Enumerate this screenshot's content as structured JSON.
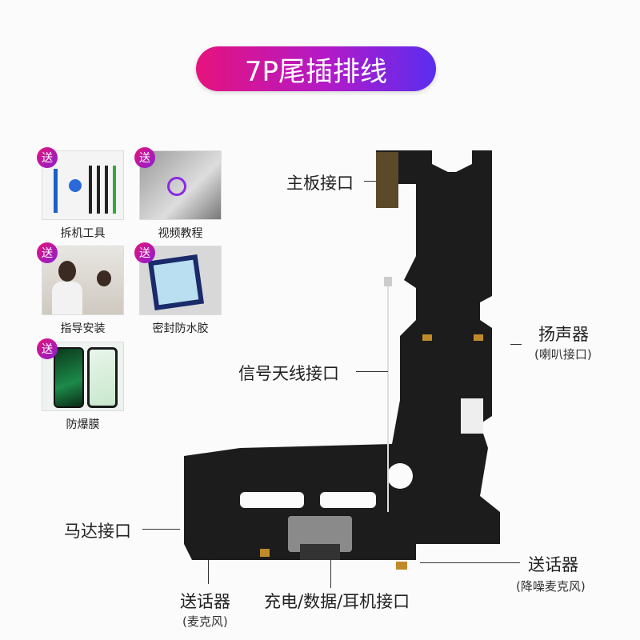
{
  "title": "7P尾插排线",
  "badge": "送",
  "gifts": [
    {
      "label": "拆机工具",
      "icon": "tools-icon"
    },
    {
      "label": "视频教程",
      "icon": "video-icon"
    },
    {
      "label": "指导安装",
      "icon": "support-icon"
    },
    {
      "label": "密封防水胶",
      "icon": "adhesive-icon"
    },
    {
      "label": "防爆膜",
      "icon": "screen-protector-icon"
    }
  ],
  "labels": {
    "mainboard": "主板接口",
    "speaker": "扬声器",
    "speaker_sub": "(喇叭接口)",
    "antenna": "信号天线接口",
    "motor": "马达接口",
    "mic": "送话器",
    "mic_sub": "(麦克风)",
    "charge": "充电/数据/耳机接口",
    "noise_mic": "送话器",
    "noise_mic_sub": "(降噪麦克风)"
  }
}
